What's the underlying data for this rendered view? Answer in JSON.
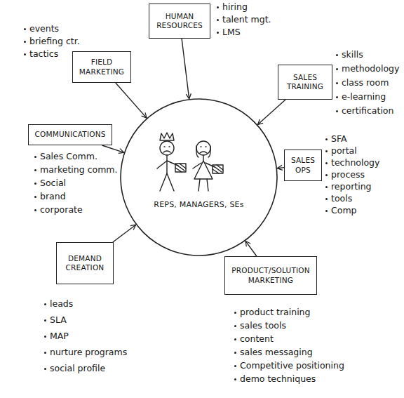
{
  "diagram": {
    "nodes": [
      {
        "text": [
          "FIELD MARKETING",
          "events",
          "briefing ctr.",
          "tactics"
        ]
      },
      {
        "text": [
          "HUMAN RESOURCES",
          "hiring",
          "talent mgt.",
          "LMS"
        ]
      },
      {
        "text": [
          "SALES TRAINING",
          "skills",
          "methodology",
          "class room",
          "e-learning",
          "certification"
        ]
      },
      {
        "text": [
          "COMMUNICATIONS",
          "Sales Comm.",
          "marketing comm.",
          "Social",
          "brand",
          "corporate"
        ]
      },
      {
        "text": [
          "REPS, MANAGERS, SEs"
        ]
      },
      {
        "text": [
          "SALES OPS",
          "SFA",
          "portal",
          "technology",
          "process",
          "reporting",
          "tools",
          "Comp"
        ]
      },
      {
        "text": [
          "DEMAND CREATION",
          "leads",
          "SLA",
          "MAP",
          "nurture programs",
          "social profile"
        ]
      },
      {
        "text": [
          "PRODUCT/SOLUTION MARKETING",
          "product training",
          "sales tools",
          "content",
          "sales messaging",
          "Competitive positioning",
          "demo techniques"
        ]
      }
    ],
    "edges": [
      {
        "from": 0,
        "to": 4,
        "arrow": "to"
      },
      {
        "from": 1,
        "to": 4,
        "arrow": "to"
      },
      {
        "from": 2,
        "to": 4,
        "arrow": "to"
      },
      {
        "from": 3,
        "to": 4,
        "arrow": "to"
      },
      {
        "from": 5,
        "to": 4,
        "arrow": "to"
      },
      {
        "from": 6,
        "to": 4,
        "arrow": "to"
      },
      {
        "from": 7,
        "to": 4,
        "arrow": "to"
      }
    ]
  }
}
